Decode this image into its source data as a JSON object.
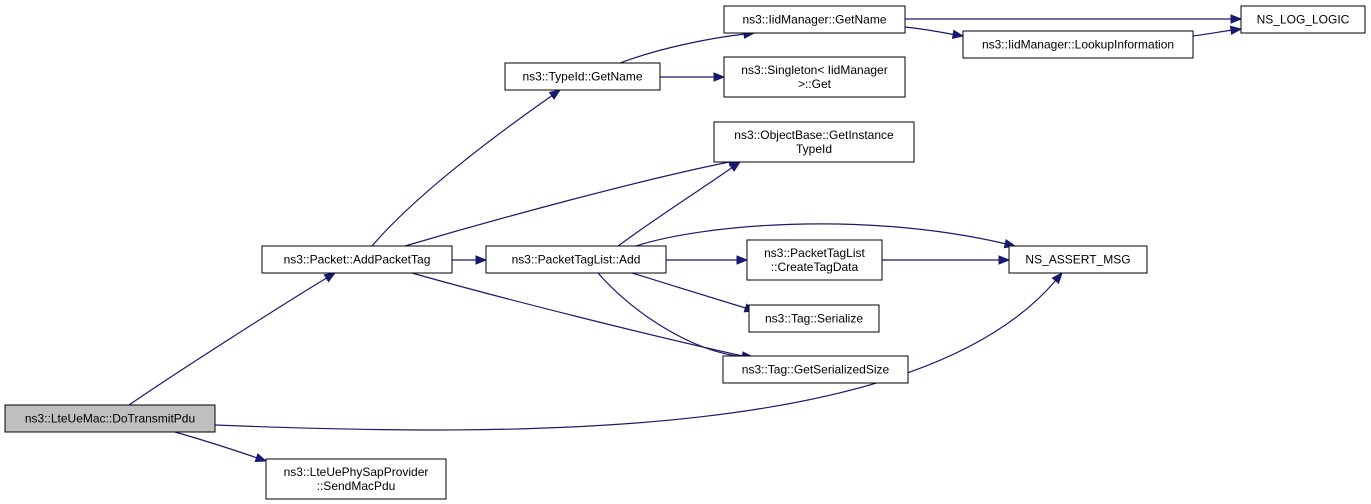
{
  "graph": {
    "nodes": [
      {
        "id": "lte_ue_mac",
        "lines": [
          "ns3::LteUeMac::DoTransmitPdu"
        ],
        "root": true
      },
      {
        "id": "add_packet_tag",
        "lines": [
          "ns3::Packet::AddPacketTag"
        ]
      },
      {
        "id": "send_mac_pdu",
        "lines": [
          "ns3::LteUePhySapProvider",
          "::SendMacPdu"
        ]
      },
      {
        "id": "type_id_get_name",
        "lines": [
          "ns3::TypeId::GetName"
        ]
      },
      {
        "id": "packet_tag_list_add",
        "lines": [
          "ns3::PacketTagList::Add"
        ]
      },
      {
        "id": "iid_get_name",
        "lines": [
          "ns3::IidManager::GetName"
        ]
      },
      {
        "id": "singleton_get",
        "lines": [
          "ns3::Singleton< IidManager",
          ">::Get"
        ]
      },
      {
        "id": "get_instance_type_id",
        "lines": [
          "ns3::ObjectBase::GetInstance",
          "TypeId"
        ]
      },
      {
        "id": "create_tag_data",
        "lines": [
          "ns3::PacketTagList",
          "::CreateTagData"
        ]
      },
      {
        "id": "tag_serialize",
        "lines": [
          "ns3::Tag::Serialize"
        ]
      },
      {
        "id": "tag_get_serialized_size",
        "lines": [
          "ns3::Tag::GetSerializedSize"
        ]
      },
      {
        "id": "lookup_information",
        "lines": [
          "ns3::IidManager::LookupInformation"
        ]
      },
      {
        "id": "ns_log_logic",
        "lines": [
          "NS_LOG_LOGIC"
        ]
      },
      {
        "id": "ns_assert_msg",
        "lines": [
          "NS_ASSERT_MSG"
        ]
      }
    ],
    "edges": [
      {
        "from": "lte_ue_mac",
        "to": "add_packet_tag"
      },
      {
        "from": "lte_ue_mac",
        "to": "send_mac_pdu"
      },
      {
        "from": "lte_ue_mac",
        "to": "ns_assert_msg"
      },
      {
        "from": "add_packet_tag",
        "to": "type_id_get_name"
      },
      {
        "from": "add_packet_tag",
        "to": "get_instance_type_id"
      },
      {
        "from": "add_packet_tag",
        "to": "packet_tag_list_add"
      },
      {
        "from": "add_packet_tag",
        "to": "tag_get_serialized_size"
      },
      {
        "from": "type_id_get_name",
        "to": "iid_get_name"
      },
      {
        "from": "type_id_get_name",
        "to": "singleton_get"
      },
      {
        "from": "iid_get_name",
        "to": "ns_log_logic"
      },
      {
        "from": "iid_get_name",
        "to": "lookup_information"
      },
      {
        "from": "lookup_information",
        "to": "ns_log_logic"
      },
      {
        "from": "packet_tag_list_add",
        "to": "get_instance_type_id"
      },
      {
        "from": "packet_tag_list_add",
        "to": "ns_assert_msg"
      },
      {
        "from": "packet_tag_list_add",
        "to": "create_tag_data"
      },
      {
        "from": "packet_tag_list_add",
        "to": "tag_serialize"
      },
      {
        "from": "packet_tag_list_add",
        "to": "tag_get_serialized_size"
      },
      {
        "from": "create_tag_data",
        "to": "ns_assert_msg"
      }
    ]
  },
  "colors": {
    "edge": "#191970",
    "node_border": "#000000",
    "node_fill": "#ffffff",
    "root_fill": "#bfbfbf",
    "text": "#000000"
  }
}
